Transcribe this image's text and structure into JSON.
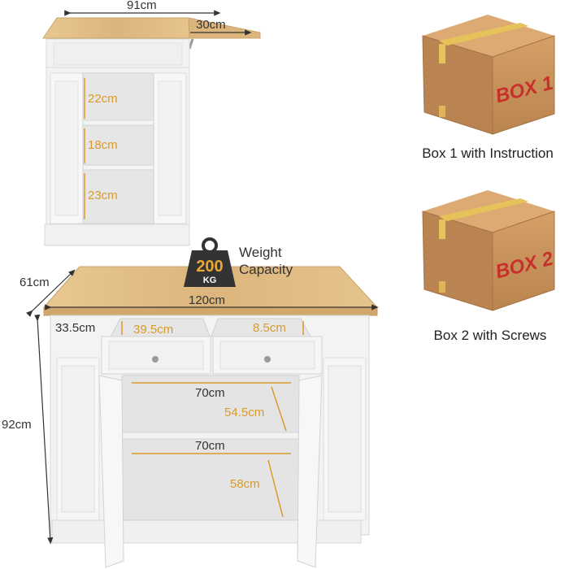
{
  "top_view": {
    "width_label": "91cm",
    "flap_label": "30cm",
    "shelf_labels": [
      "22cm",
      "18cm",
      "23cm"
    ]
  },
  "main_island": {
    "depth_label": "61cm",
    "width_label": "120cm",
    "height_label": "92cm",
    "drawer_height_label": "33.5cm",
    "drawer_width_label": "39.5cm",
    "drawer_depth_label": "8.5cm",
    "upper_width_label": "70cm",
    "upper_height_label": "54.5cm",
    "lower_width_label": "70cm",
    "lower_height_label": "58cm"
  },
  "weight_badge": {
    "value": "200",
    "unit": "KG",
    "line1": "Weight",
    "line2": "Capacity"
  },
  "boxes": [
    {
      "label": "BOX 1",
      "caption": "Box 1 with Instruction"
    },
    {
      "label": "BOX 2",
      "caption": "Box 2 with Screws"
    }
  ],
  "colors": {
    "dimension": "#d99a2b",
    "wood": "#e3c089",
    "cabinet": "#f4f4f4",
    "box_cardboard": "#c9915a",
    "box_text": "#c8302c"
  }
}
